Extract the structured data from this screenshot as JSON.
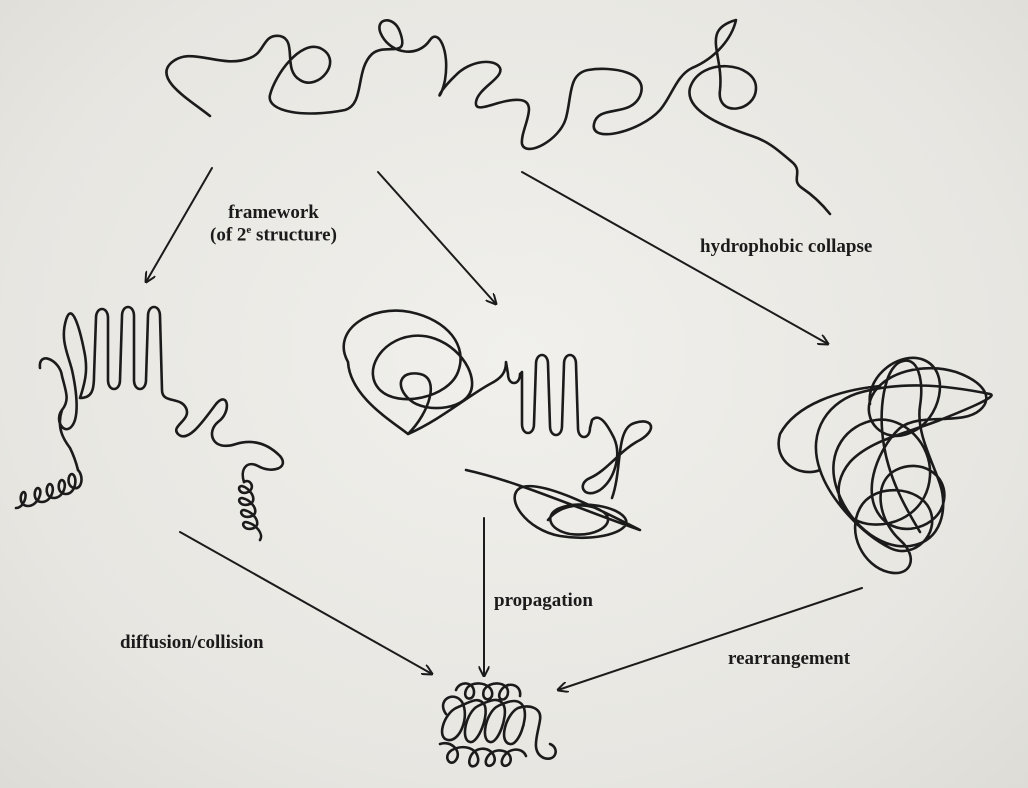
{
  "labels": {
    "framework_line1": "framework",
    "framework_line2_prefix": "(of 2",
    "framework_line2_sup": "e",
    "framework_line2_suffix": " structure)",
    "hydrophobic_collapse": "hydrophobic collapse",
    "propagation": "propagation",
    "diffusion_collision": "diffusion/collision",
    "rearrangement": "rearrangement"
  },
  "colors": {
    "ink": "#1b1b1b",
    "paper": "#e9e8e3"
  }
}
